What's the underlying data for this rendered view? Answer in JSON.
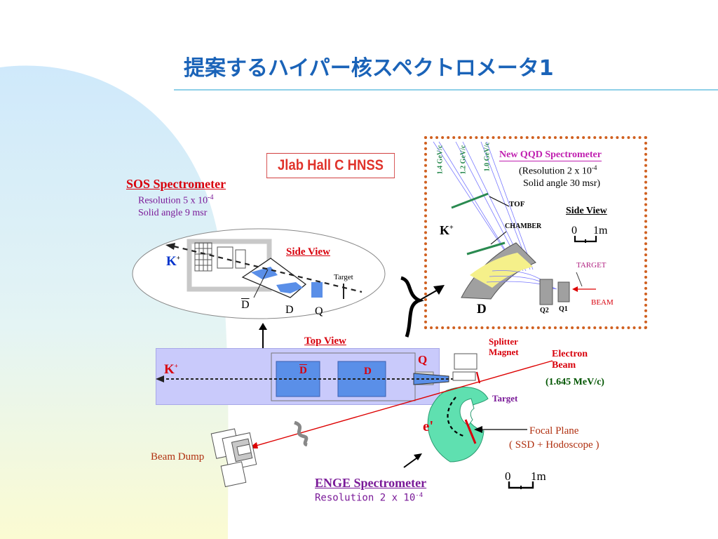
{
  "title": "提案するハイパー核スペクトロメータ1",
  "colors": {
    "title": "#1a63b8",
    "accent_red": "#d8000c",
    "purple": "#7a1a98",
    "dotted_box": "#d06020",
    "beam_line": "#dd0000",
    "blue_dark": "#0033cc",
    "green_dark": "#005500",
    "top_view_band": "#c9cafb",
    "magnet_blue": "#5a8fe8",
    "enge_green": "#5fe0b0",
    "qqd_yellow": "#f5f08a",
    "qqd_gray": "#a0a0a0"
  },
  "hall_label": "Jlab Hall C HNSS",
  "sos": {
    "heading": "SOS Spectrometer",
    "resolution_prefix": "Resolution 5 x 10",
    "resolution_exp": "-4",
    "solid_angle": "Solid angle 9 msr",
    "side_view": "Side View",
    "target": "Target",
    "kaon": "K",
    "kaon_sup": "+",
    "d_bar": "D",
    "d": "D",
    "q": "Q"
  },
  "top_view": {
    "heading": "Top View",
    "kaon": "K",
    "kaon_sup": "+",
    "d_bar": "D",
    "d": "D",
    "q": "Q"
  },
  "splitter": {
    "line1": "Splitter",
    "line2": "Magnet"
  },
  "electron_beam": {
    "line1": "Electron",
    "line2": "Beam",
    "energy": "(1.645 MeV/c)"
  },
  "target_label": "Target",
  "e_prime": "e'",
  "focal_plane": {
    "line1": "Focal Plane",
    "line2": "( SSD + Hodoscope )"
  },
  "beam_dump": "Beam Dump",
  "enge": {
    "heading": "ENGE Spectrometer",
    "resolution_prefix": "Resolution 2 x 10",
    "resolution_exp": "-4"
  },
  "scale_bottom": {
    "zero": "0",
    "one": "1m"
  },
  "qqd": {
    "heading": "New QQD Spectrometer",
    "resolution_prefix": "(Resolution 2 x 10",
    "resolution_exp": "-4",
    "solid_angle": "Solid angle 30 msr)",
    "side_view": "Side View",
    "scale_zero": "0",
    "scale_one": "1m",
    "momenta": [
      "1.4 GeV/c",
      "1.2 GeV/c",
      "1.0 GeV/c"
    ],
    "tof": "TOF",
    "chamber": "CHAMBER",
    "kaon": "K",
    "kaon_sup": "+",
    "target": "TARGET",
    "beam": "BEAM",
    "d": "D",
    "q2": "Q2",
    "q1": "Q1"
  }
}
